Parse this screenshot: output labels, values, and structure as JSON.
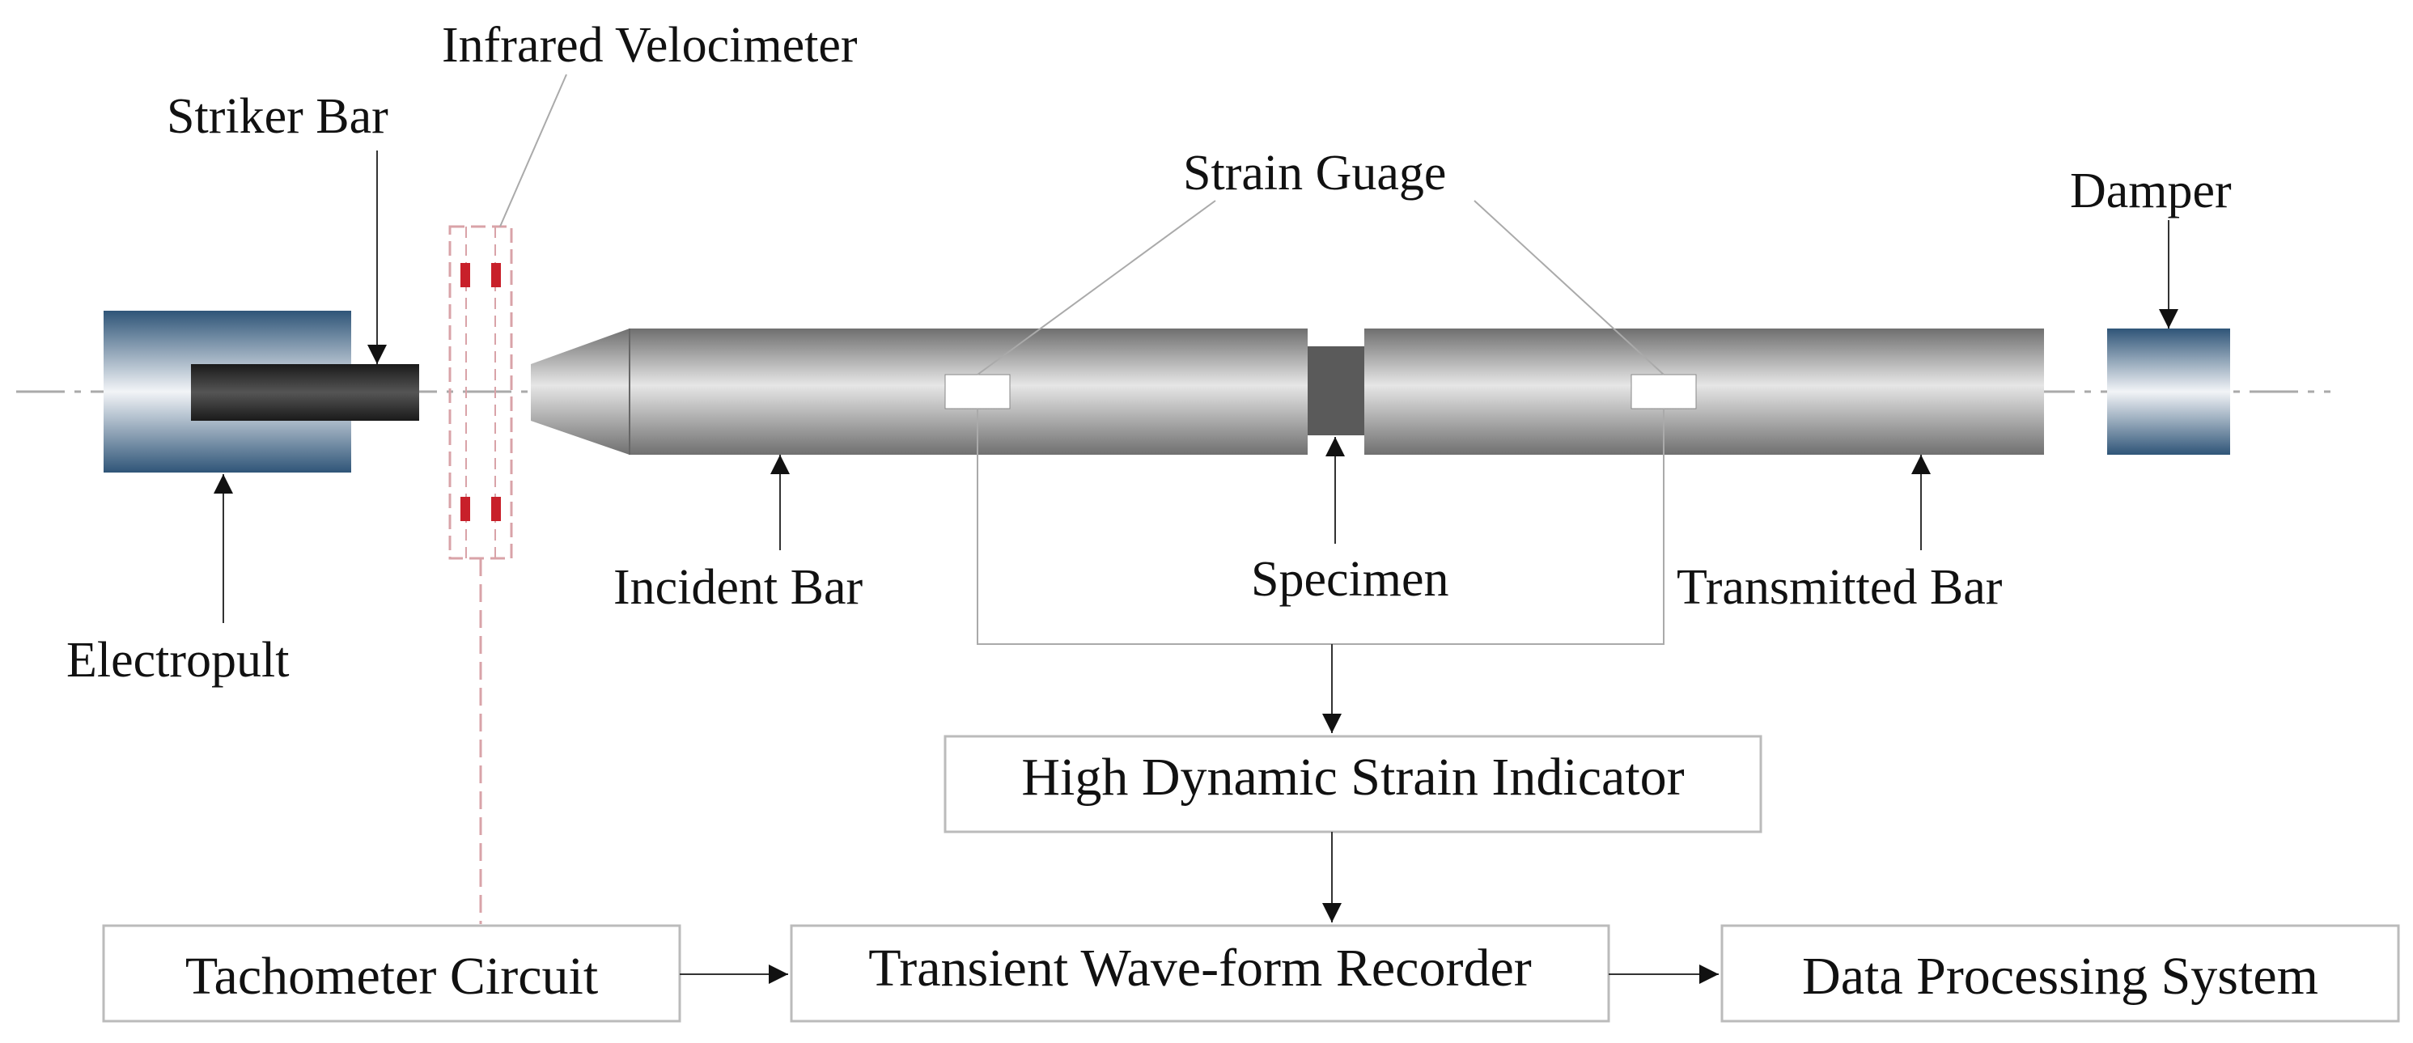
{
  "labels": {
    "infrared_velocimeter": "Infrared Velocimeter",
    "striker_bar": "Striker Bar",
    "strain_gauge": "Strain Guage",
    "damper": "Damper",
    "electropult": "Electropult",
    "incident_bar": "Incident Bar",
    "specimen": "Specimen",
    "transmitted_bar": "Transmitted Bar"
  },
  "boxes": {
    "strain_indicator": "High Dynamic Strain Indicator",
    "tachometer": "Tachometer Circuit",
    "recorder": "Transient Wave-form Recorder",
    "data_processing": "Data Processing System"
  },
  "colors": {
    "steel_blue": "#2f5578",
    "bar_gray": "#8e8e8e",
    "striker_dark": "#222222",
    "specimen": "#5a5a5a",
    "sensor_red": "#c8202a",
    "line": "#333333",
    "thin_line": "#aaaaaa"
  }
}
